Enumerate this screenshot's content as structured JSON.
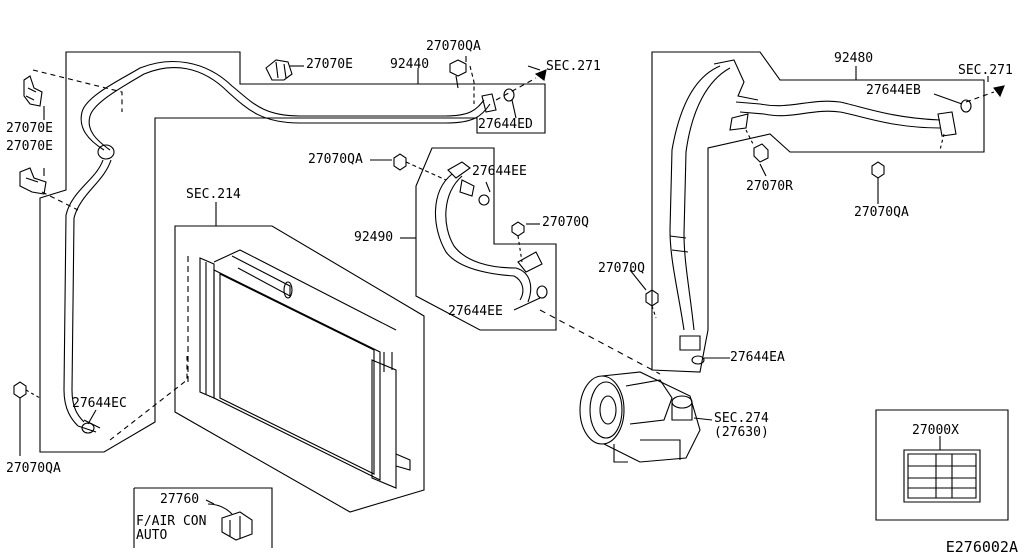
{
  "labels": {
    "l_27070e_top": "27070E",
    "l_92440": "92440",
    "l_27070qa_top": "27070QA",
    "l_sec271_left": "SEC.271",
    "l_27644ed": "27644ED",
    "l_27070e_left1": "27070E",
    "l_27070e_left2": "27070E",
    "l_27070qa_mid": "27070QA",
    "l_27644ee_top": "27644EE",
    "l_27070q_mid": "27070Q",
    "l_92490": "92490",
    "l_27644ee_bot": "27644EE",
    "l_sec214": "SEC.214",
    "l_27644ec": "27644EC",
    "l_27070qa_bl": "27070QA",
    "l_27760": "27760",
    "l_fair1": "F/AIR CON",
    "l_fair2": "AUTO",
    "l_92480": "92480",
    "l_sec271_right": "SEC.271",
    "l_27644eb": "27644EB",
    "l_27070r": "27070R",
    "l_27070qa_right": "27070QA",
    "l_27070q_right": "27070Q",
    "l_27644ea": "27644EA",
    "l_sec274": "SEC.274",
    "l_27630": "(27630)",
    "l_27000x": "27000X"
  },
  "diagram_code": "E276002A",
  "colors": {
    "line": "#000000",
    "background": "#ffffff"
  }
}
